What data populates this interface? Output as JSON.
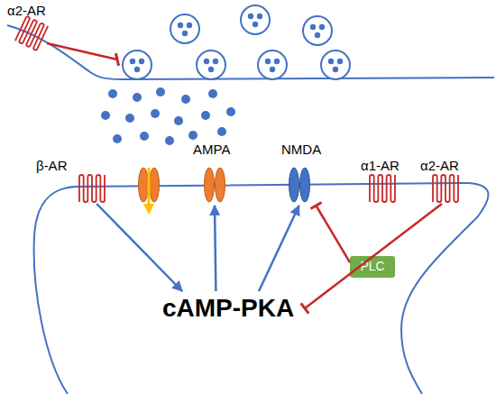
{
  "diagram": {
    "nodes": [
      {
        "text": [
          "α2-AR"
        ]
      },
      {
        "text": [
          "β-AR"
        ]
      },
      {
        "text": [
          "AMPA"
        ]
      },
      {
        "text": [
          "NMDA"
        ]
      },
      {
        "text": [
          "α1-AR"
        ]
      },
      {
        "text": [
          "α2-AR"
        ]
      },
      {
        "text": [
          "PLC"
        ]
      },
      {
        "text": [
          "cAMP-PKA"
        ]
      }
    ],
    "edges": [
      {
        "from": 1,
        "to": 7,
        "arrow": "to"
      },
      {
        "from": 7,
        "to": 2,
        "arrow": "to"
      },
      {
        "from": 7,
        "to": 3,
        "arrow": "to"
      },
      {
        "from": 5,
        "to": 7,
        "arrow": "to"
      },
      {
        "from": 6,
        "to": 3,
        "arrow": "to"
      }
    ]
  }
}
